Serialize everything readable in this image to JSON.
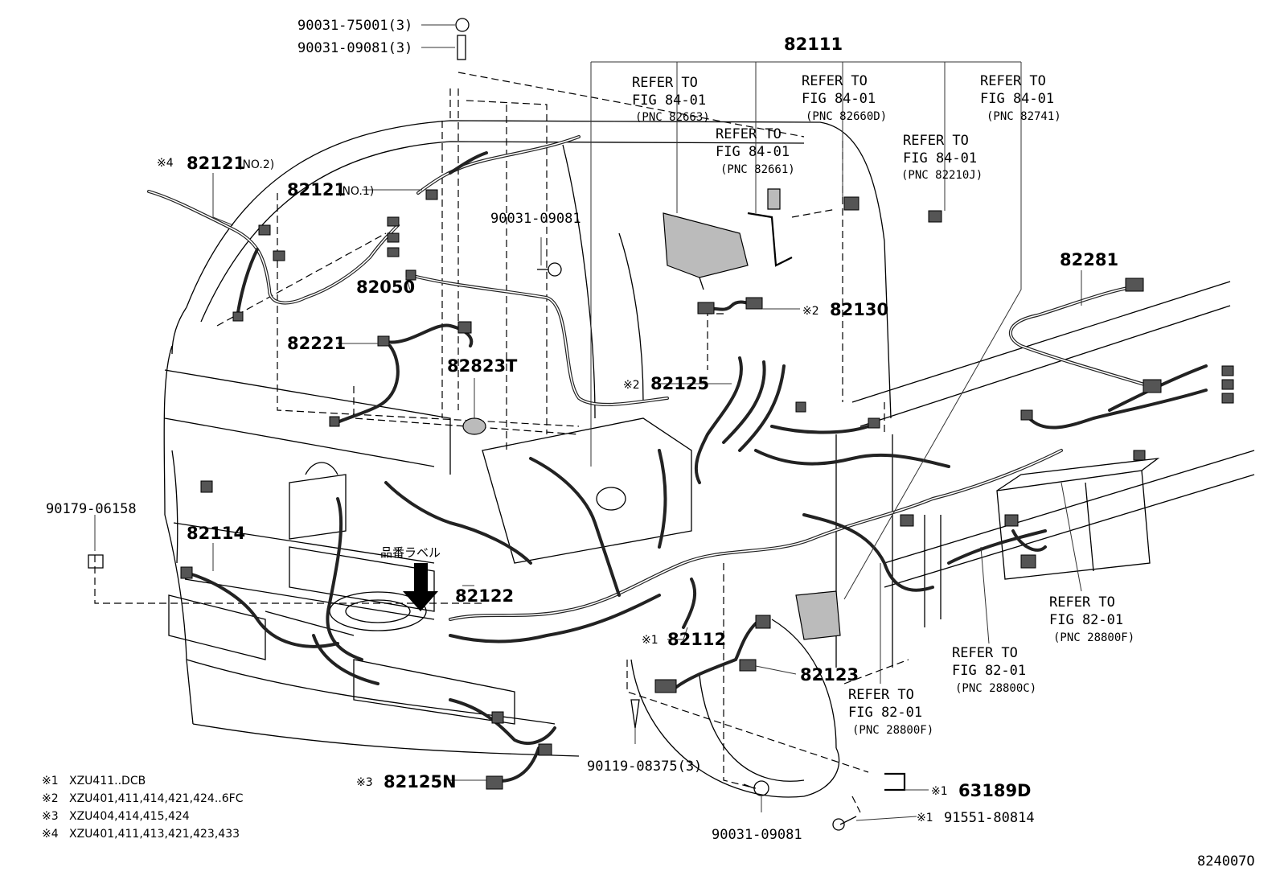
{
  "labels": {
    "l_90031_75001": "90031-75001(3)",
    "l_90031_09081_top": "90031-09081(3)",
    "l_82111": "82111",
    "l_82121_no2": "82121",
    "l_82121_no2_suffix": "(NO.2)",
    "l_82121_no1": "82121",
    "l_82121_no1_suffix": "(NO.1)",
    "l_90031_09081_mid": "90031-09081",
    "l_82050": "82050",
    "l_82221": "82221",
    "l_82823t": "82823T",
    "l_82130": "82130",
    "l_82125": "82125",
    "l_82281": "82281",
    "l_90179_06158": "90179-06158",
    "l_82114": "82114",
    "l_part_label": "品番ラベル",
    "l_82122": "82122",
    "l_82112": "82112",
    "l_82123": "82123",
    "l_90119_08375": "90119-08375(3)",
    "l_82125n": "82125N",
    "l_90031_09081_bot": "90031-09081",
    "l_63189d": "63189D",
    "l_91551_80814": "91551-80814",
    "l_fig_code": "824007O"
  },
  "marks": {
    "m1": "※1",
    "m2": "※2",
    "m3": "※3",
    "m4": "※4"
  },
  "refs": {
    "r_82663": {
      "line1": "REFER TO",
      "line2": "FIG 84-01",
      "line3": "(PNC 82663)"
    },
    "r_82661": {
      "line1": "REFER TO",
      "line2": "FIG 84-01",
      "line3": "(PNC 82661)"
    },
    "r_82660d": {
      "line1": "REFER TO",
      "line2": "FIG 84-01",
      "line3": "(PNC 82660D)"
    },
    "r_82210j": {
      "line1": "REFER TO",
      "line2": "FIG 84-01",
      "line3": "(PNC 82210J)"
    },
    "r_82741": {
      "line1": "REFER TO",
      "line2": "FIG 84-01",
      "line3": "(PNC 82741)"
    },
    "r_28800f_right": {
      "line1": "REFER TO",
      "line2": "FIG 82-01",
      "line3": "(PNC 28800F)"
    },
    "r_28800c": {
      "line1": "REFER TO",
      "line2": "FIG 82-01",
      "line3": "(PNC 28800C)"
    },
    "r_28800f_mid": {
      "line1": "REFER TO",
      "line2": "FIG 82-01",
      "line3": "(PNC 28800F)"
    }
  },
  "notes": [
    {
      "mark": "※1",
      "text": "XZU411..DCB"
    },
    {
      "mark": "※2",
      "text": "XZU401,411,414,421,424..6FC"
    },
    {
      "mark": "※3",
      "text": "XZU404,414,415,424"
    },
    {
      "mark": "※4",
      "text": "XZU401,411,413,421,423,433"
    }
  ]
}
